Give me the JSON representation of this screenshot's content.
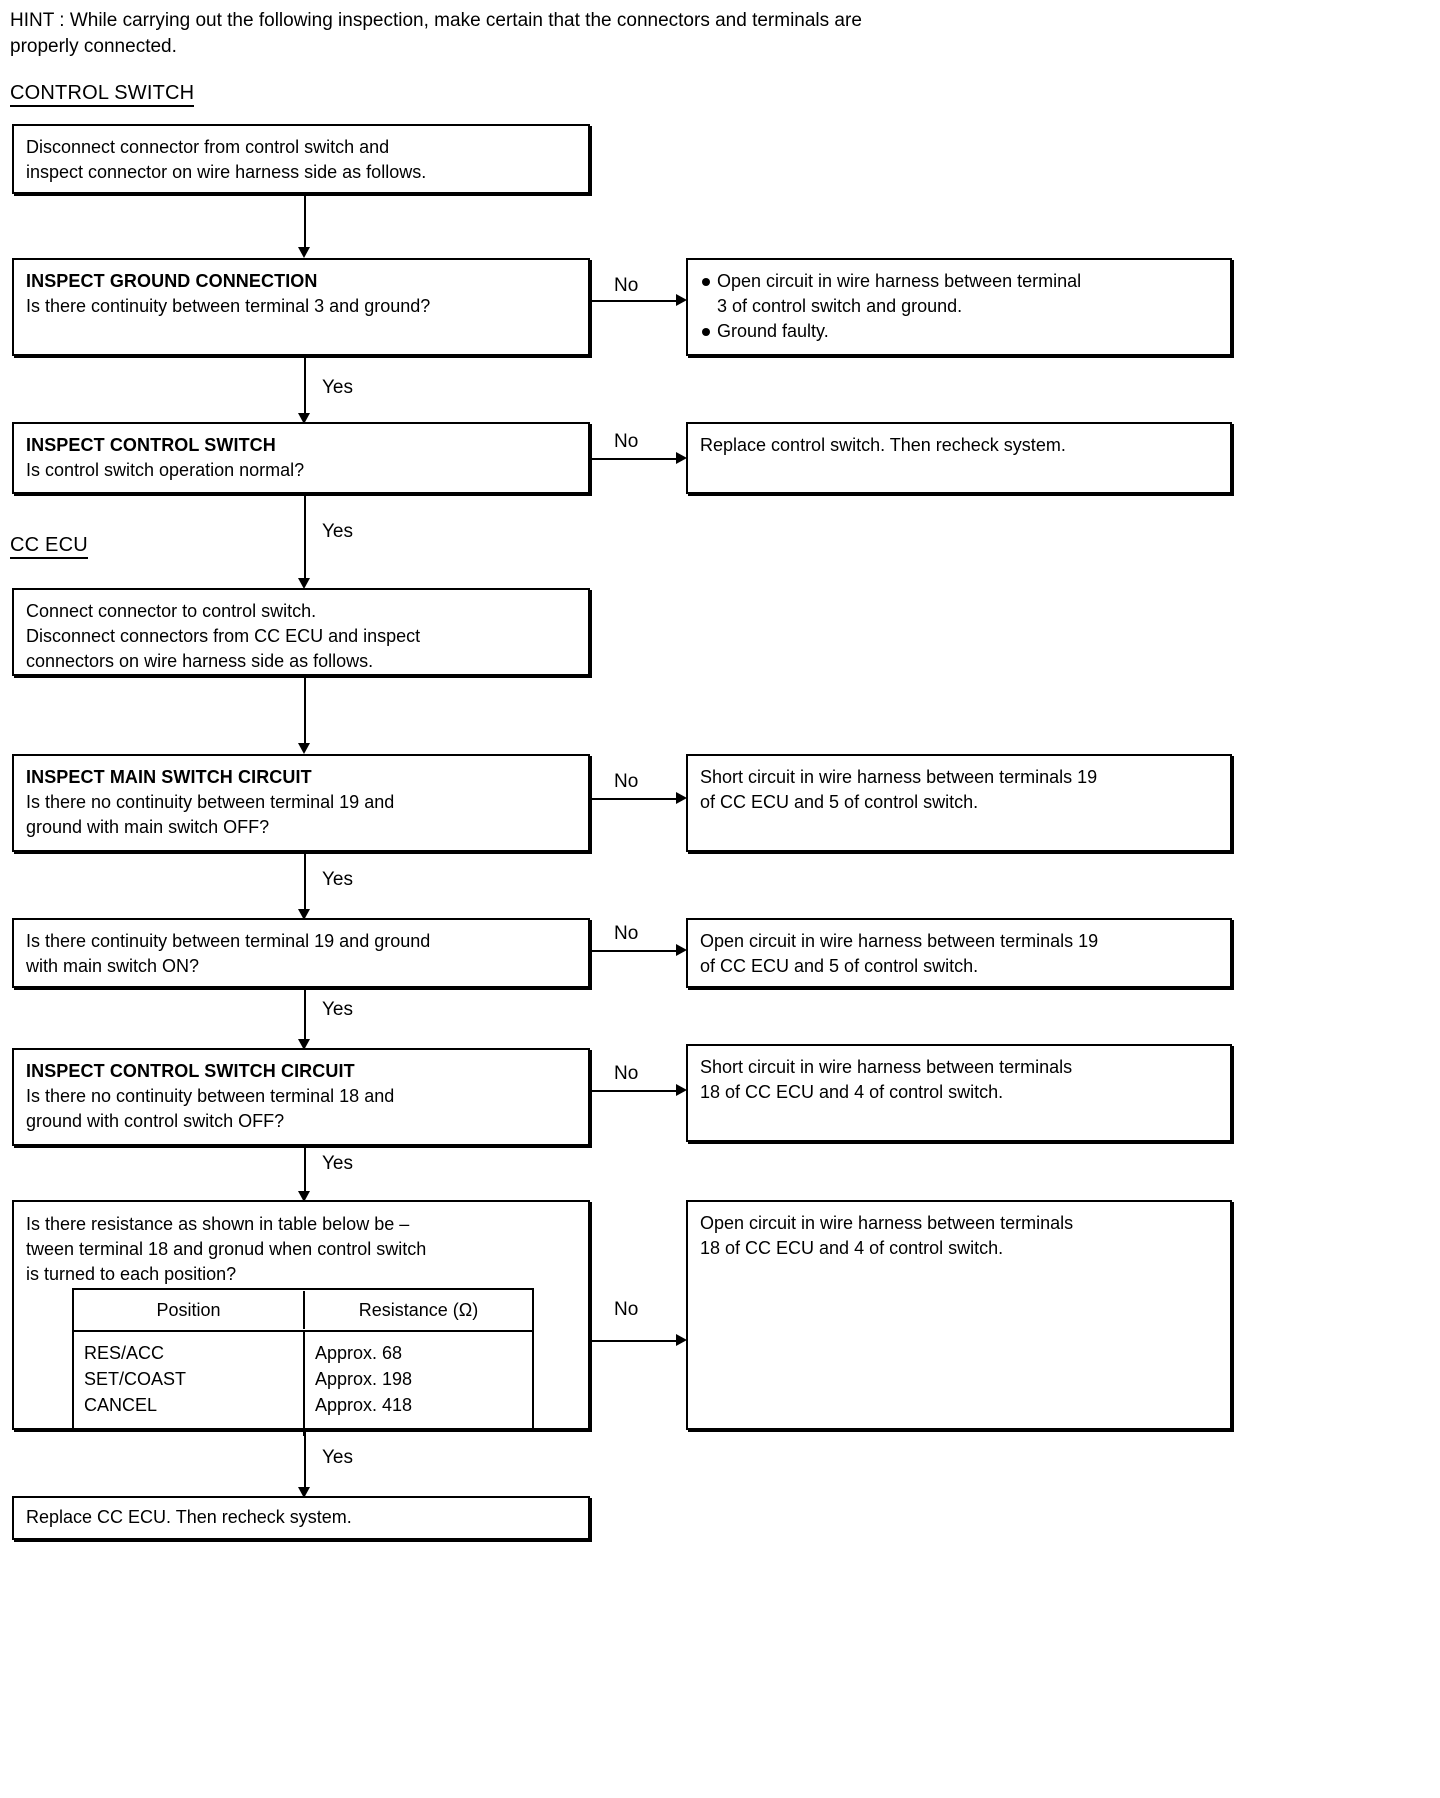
{
  "hint": "HINT : While carrying out the following inspection, make certain that the connectors and terminals are\nproperly connected.",
  "sections": {
    "control_switch": "CONTROL SWITCH",
    "cc_ecu": "CC ECU"
  },
  "edge_labels": {
    "yes": "Yes",
    "no": "No"
  },
  "boxes": {
    "disconnect_connector": "Disconnect connector from control switch and\ninspect connector on wire harness side as follows.",
    "inspect_ground_connection": {
      "title": "INSPECT GROUND CONNECTION",
      "body": "Is there continuity between terminal 3 and ground?"
    },
    "ground_fault_result": {
      "bullets": [
        "Open circuit in wire harness between terminal\n3 of control switch and ground.",
        "Ground faulty."
      ]
    },
    "inspect_control_switch": {
      "title": "INSPECT CONTROL SWITCH",
      "body": "Is control switch operation normal?"
    },
    "replace_control_switch_result": "Replace control switch. Then recheck system.",
    "connect_connector": "Connect connector to control switch.\nDisconnect connectors from CC ECU and inspect\nconnectors on wire harness side as follows.",
    "inspect_main_switch_circuit": {
      "title": "INSPECT MAIN SWITCH CIRCUIT",
      "body": "Is there no continuity between terminal 19 and\nground with main switch OFF?"
    },
    "main_switch_short_result": "Short circuit in wire harness between terminals 19\nof CC ECU and 5 of control switch.",
    "main_switch_on_check": "Is there continuity between terminal 19 and ground\nwith main switch ON?",
    "main_switch_open_result": "Open circuit in wire harness between terminals 19\nof CC ECU and 5 of control switch.",
    "inspect_control_switch_circuit": {
      "title": "INSPECT CONTROL SWITCH CIRCUIT",
      "body": "Is there no continuity between terminal 18 and\nground with control switch OFF?"
    },
    "control_switch_short_result": "Short circuit in wire harness between terminals\n18 of CC ECU and 4 of control switch.",
    "resistance_check": "Is there resistance as shown in table below be –\ntween terminal 18 and gronud when control switch\nis turned to each position?",
    "control_switch_open_result": "Open circuit in wire harness between terminals\n18 of CC ECU and 4 of control switch.",
    "replace_cc_ecu_result": "Replace CC ECU. Then recheck system."
  },
  "resistance_table": {
    "headers": [
      "Position",
      "Resistance (Ω)"
    ],
    "rows": [
      [
        "RES/ACC",
        "Approx. 68"
      ],
      [
        "SET/COAST",
        "Approx. 198"
      ],
      [
        "CANCEL",
        "Approx. 418"
      ]
    ],
    "positions_text": "RES/ACC\nSET/COAST\nCANCEL",
    "resistance_text": "Approx. 68\nApprox. 198\nApprox. 418"
  }
}
